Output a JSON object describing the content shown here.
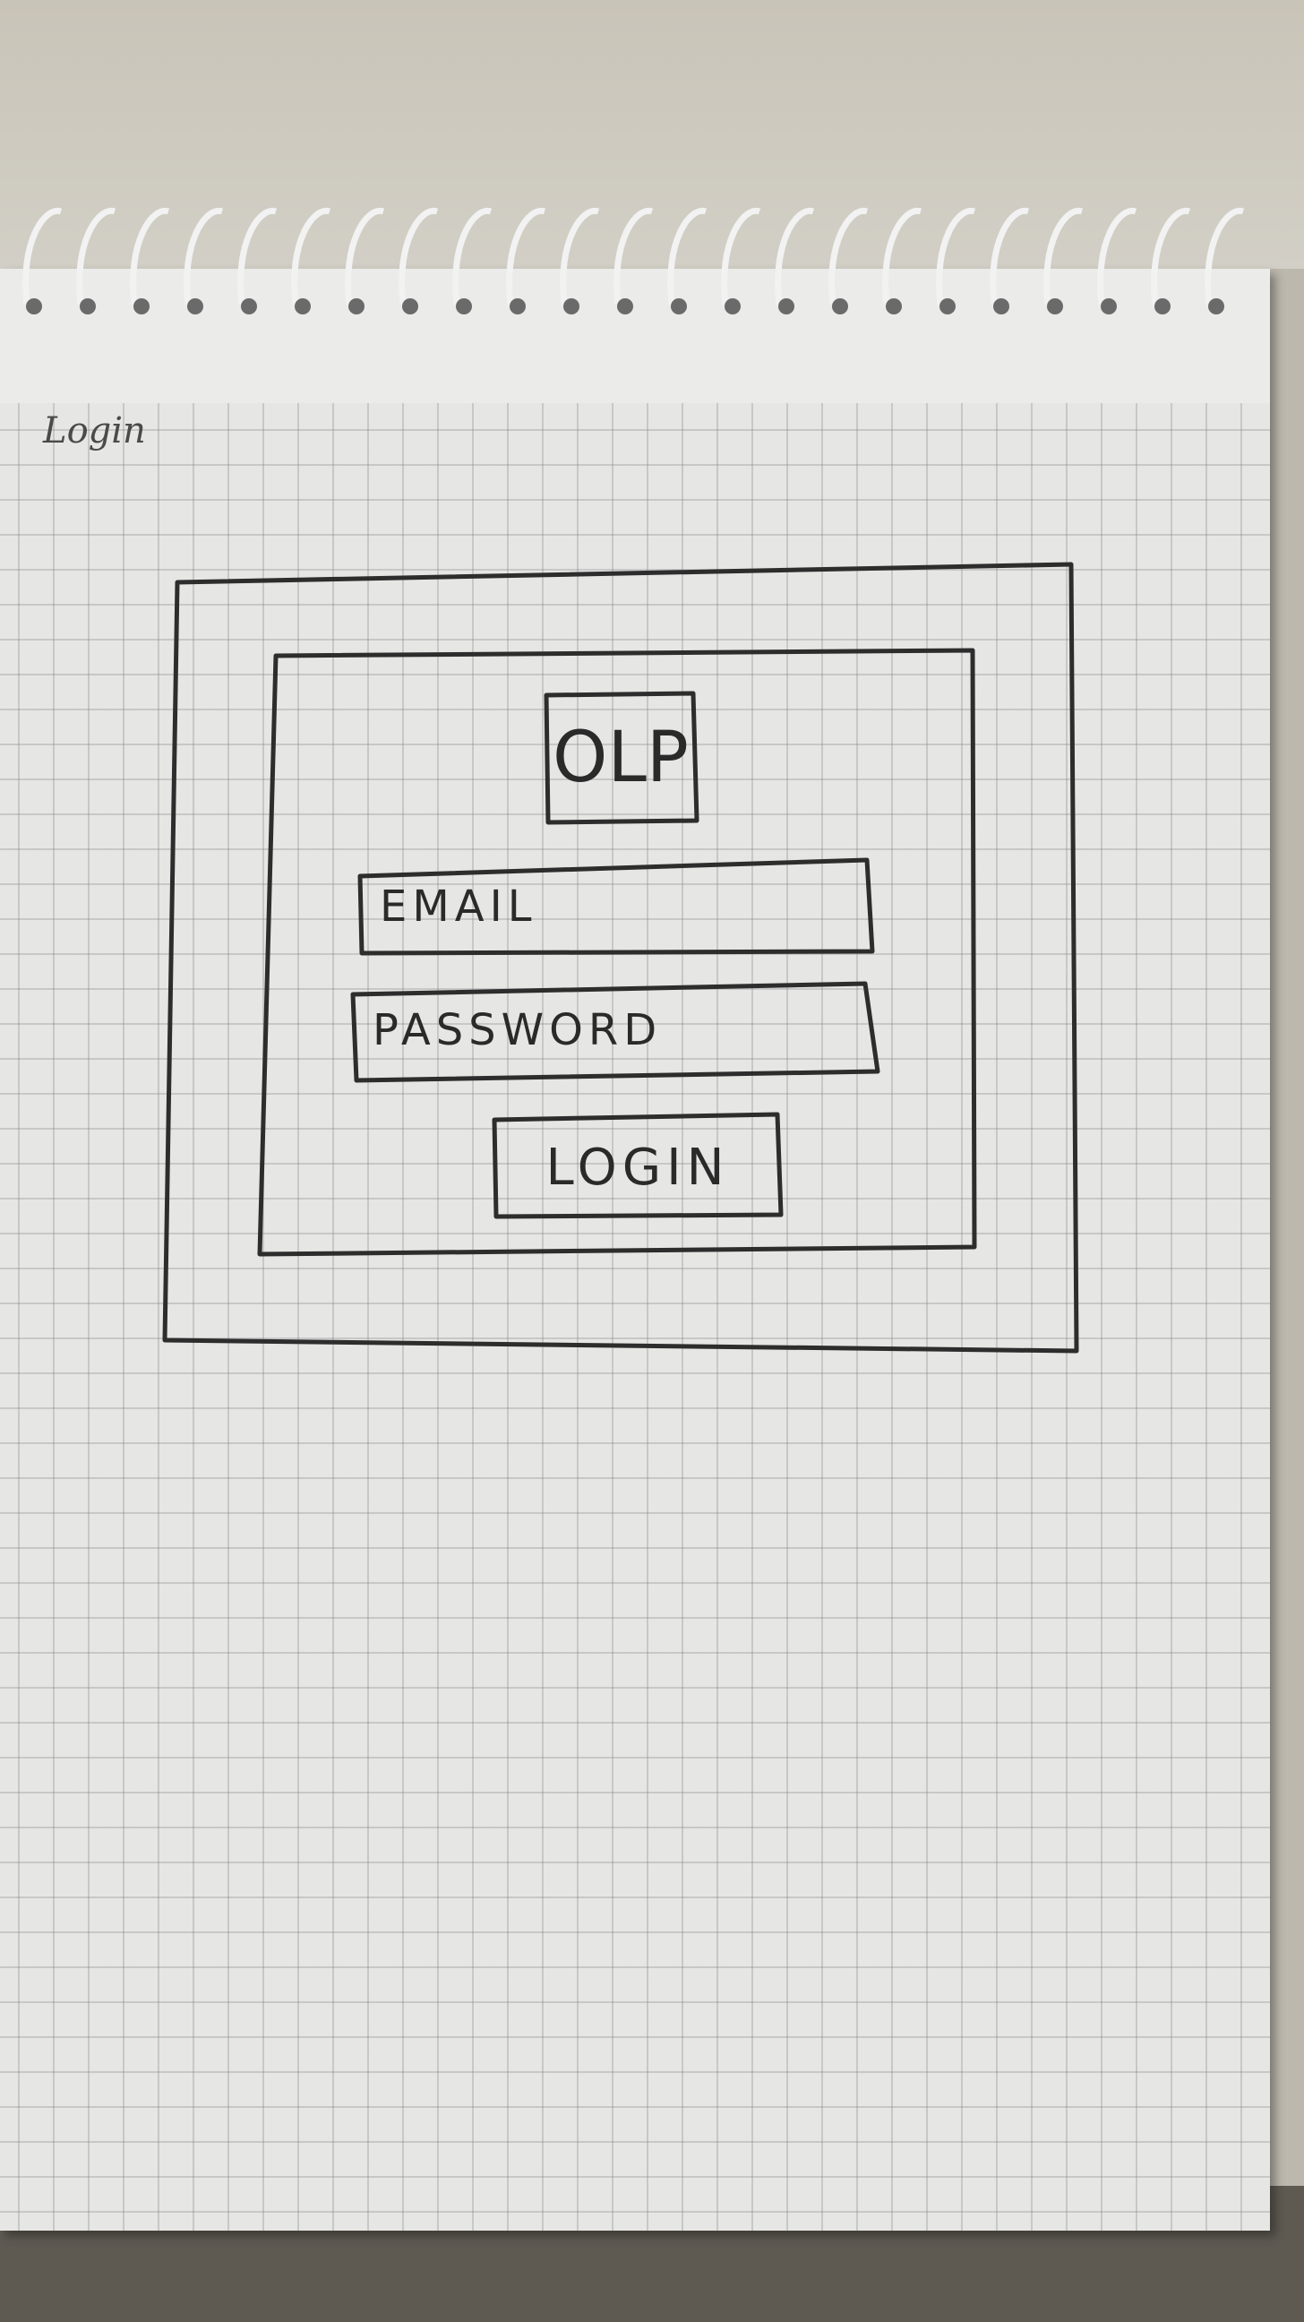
{
  "page": {
    "label": "Login"
  },
  "login_form": {
    "logo_text": "OLP",
    "email_placeholder": "EMAIL",
    "password_placeholder": "PASSWORD",
    "login_label": "LOGIN"
  },
  "colors": {
    "ink": "#2a2a2a",
    "paper": "#e6e6e4",
    "grid": "#9a9aa0"
  }
}
